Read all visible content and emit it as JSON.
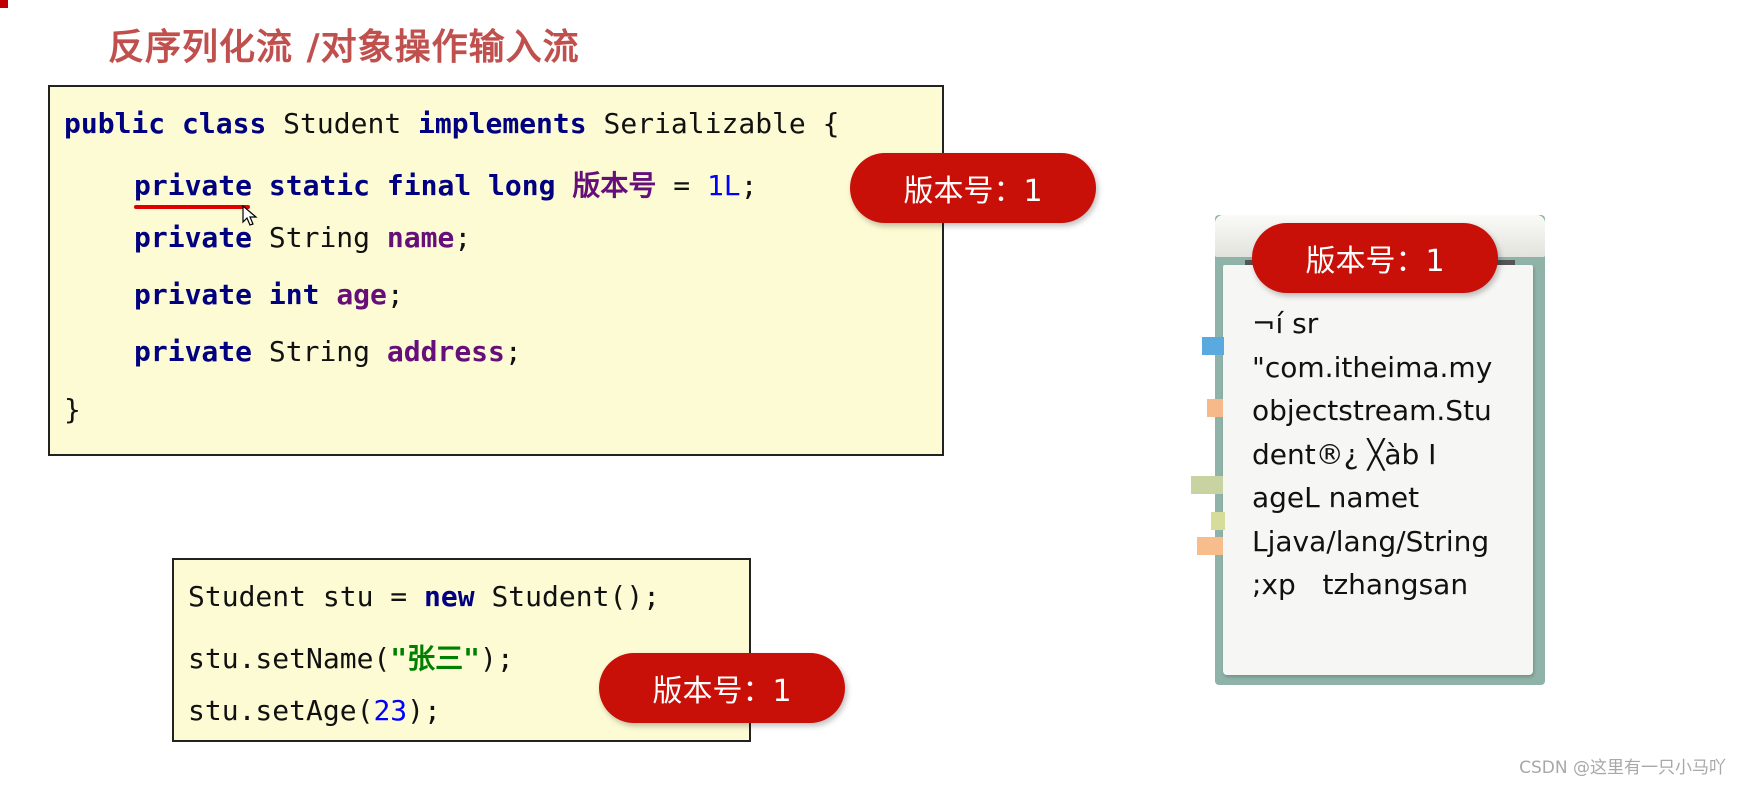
{
  "slide": {
    "title": "反序列化流 /对象操作输入流"
  },
  "code_main": {
    "line1": {
      "kw1": "public",
      "kw2": "class",
      "name": "Student",
      "kw3": "implements",
      "iface": "Serializable",
      "brace": "{"
    },
    "line2": {
      "kw1": "private",
      "kw2": "static",
      "kw3": "final",
      "kw4": "long",
      "field": "版本号",
      "eq": "=",
      "value": "1L",
      "semi": ";"
    },
    "line3": {
      "kw1": "private",
      "type": "String",
      "field": "name",
      "semi": ";"
    },
    "line4": {
      "kw1": "private",
      "kw2": "int",
      "field": "age",
      "semi": ";"
    },
    "line5": {
      "kw1": "private",
      "type": "String",
      "field": "address",
      "semi": ";"
    },
    "line6": {
      "brace": "}"
    }
  },
  "code_small": {
    "line1": {
      "pre": "Student stu = ",
      "kw": "new",
      "post": "Student();"
    },
    "line2": {
      "pre": "stu.setName(",
      "str": "\"张三\"",
      "post": ");"
    },
    "line3": {
      "pre": "stu.setAge(",
      "num": "23",
      "post": ");"
    }
  },
  "badges": {
    "badge1": "版本号：1",
    "badge2": "版本号：1",
    "badge3": "版本号：1"
  },
  "notepad": {
    "lines": [
      "¬í sr",
      "\"com.itheima.my",
      "objectstream.Stu",
      "dent®¿ ╳àb I",
      "ageL namet",
      "Ljava/lang/String",
      ";xp   tzhangsan"
    ],
    "tab_colors": [
      "#5aaadf",
      "#f5b98a",
      "#c7d3a0",
      "#d6dc9a",
      "#f7bd8c"
    ]
  },
  "watermark": "CSDN @这里有一只小马吖",
  "colors": {
    "title": "#c0504d",
    "badge": "#c81008",
    "code_bg": "#fdfbd3",
    "keyword": "#000080",
    "field": "#660e7a",
    "number": "#0000ff",
    "string": "#008000"
  }
}
